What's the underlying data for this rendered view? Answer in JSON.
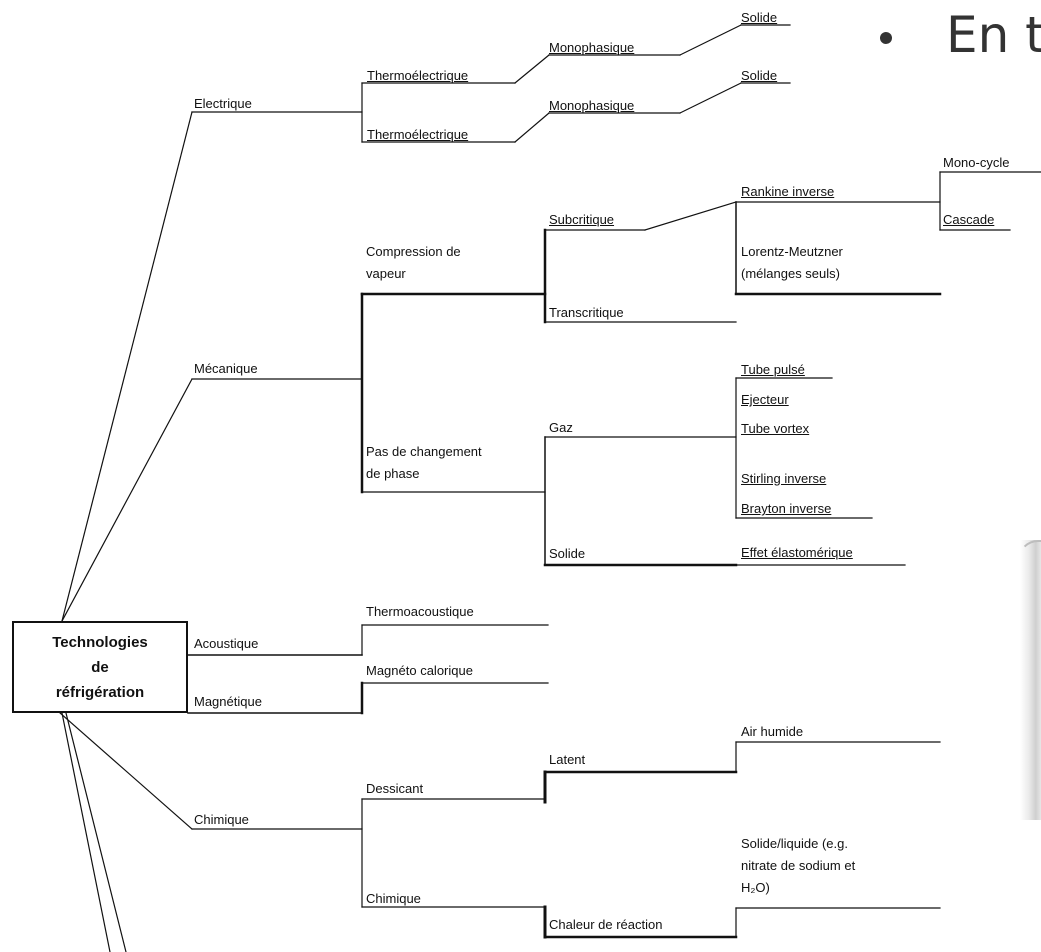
{
  "root": {
    "label": "Technologies\nde\nréfrigération"
  },
  "slide": {
    "bullet_text": "En t"
  },
  "nodes": {
    "electrique": "Electrique",
    "thermo1": "Thermoélectrique",
    "thermo2": "Thermoélectrique",
    "mono1": "Monophasique",
    "mono2": "Monophasique",
    "solide1": "Solide",
    "solide2": "Solide",
    "mecanique": "Mécanique",
    "compression": "Compression de\nvapeur",
    "subcritique": "Subcritique",
    "transcritique": "Transcritique",
    "rankine": "Rankine inverse",
    "lorentz": "Lorentz-Meutzner\n(mélanges seuls)",
    "monocycle": "Mono-cycle",
    "cascade": "Cascade",
    "pas_changement": "Pas de changement\nde phase",
    "gaz": "Gaz",
    "solide3": "Solide",
    "tube_pulse": "Tube pulsé",
    "ejecteur": "Ejecteur",
    "tube_vortex": "Tube vortex",
    "stirling": "Stirling inverse",
    "brayton": "Brayton inverse",
    "effet_elasto": "Effet élastomérique",
    "acoustique": "Acoustique",
    "thermoacoustique": "Thermoacoustique",
    "magnetique": "Magnétique",
    "magneto": "Magnéto calorique",
    "chimique": "Chimique",
    "dessicant": "Dessicant",
    "latent": "Latent",
    "air_humide": "Air humide",
    "chimique2": "Chimique",
    "chaleur": "Chaleur de réaction",
    "solide_liquide": "Solide/liquide (e.g.\nnitrate de sodium et\nH₂O)"
  }
}
